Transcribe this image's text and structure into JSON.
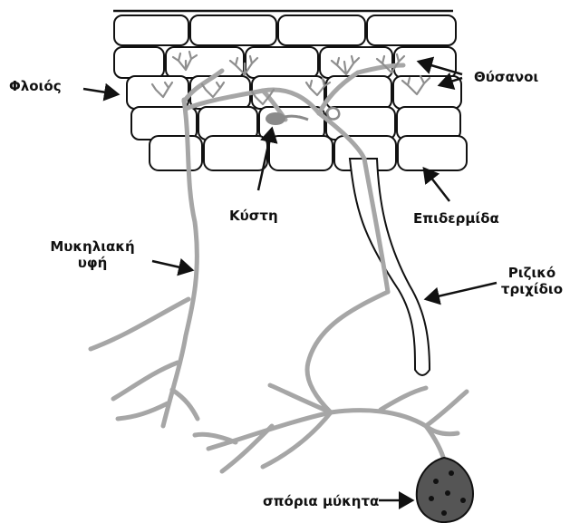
{
  "labels": {
    "cortex": "Φλοιός",
    "arbuscules": "Θύσανοι",
    "vesicle": "Κύστη",
    "epidermis": "Επιδερμίδα",
    "hypha_line1": "Μυκηλιακή",
    "hypha_line2": "υφή",
    "root_hair_line1": "Ριζικό",
    "root_hair_line2": "τριχίδιο",
    "spores": "σπόρια μύκητα"
  },
  "colors": {
    "ink": "#111111",
    "hypha": "#a6a6a6",
    "spore": "#555555"
  }
}
